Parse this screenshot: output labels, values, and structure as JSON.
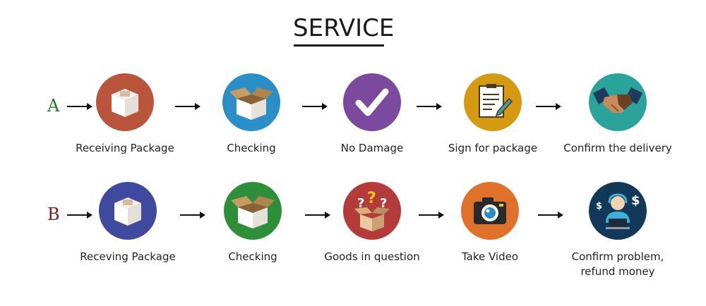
{
  "title": "SERVICE",
  "rows": [
    {
      "letter": "A",
      "letter_color": "#1e7a2a",
      "steps": [
        {
          "label": "Receiving Package",
          "icon": "box-closed-icon",
          "color": "#b8553a"
        },
        {
          "label": "Checking",
          "icon": "box-open-icon",
          "color": "#2a8fc7"
        },
        {
          "label": "No Damage",
          "icon": "checkmark-icon",
          "color": "#7b4a9e"
        },
        {
          "label": "Sign for package",
          "icon": "document-sign-icon",
          "color": "#d69a12"
        },
        {
          "label": "Confirm the delivery",
          "icon": "handshake-icon",
          "color": "#2aa39a"
        }
      ]
    },
    {
      "letter": "B",
      "letter_color": "#7a1e1e",
      "steps": [
        {
          "label": "Receving Package",
          "icon": "box-closed-icon",
          "color": "#3f4a9e"
        },
        {
          "label": "Checking",
          "icon": "box-open-icon",
          "color": "#2e8f3a"
        },
        {
          "label": "Goods in question",
          "icon": "box-question-icon",
          "color": "#b53a3a"
        },
        {
          "label": "Take Video",
          "icon": "camera-icon",
          "color": "#e0712a"
        },
        {
          "label": "Confirm problem,\nrefund money",
          "icon": "support-agent-icon",
          "color": "#12385a"
        }
      ]
    }
  ]
}
